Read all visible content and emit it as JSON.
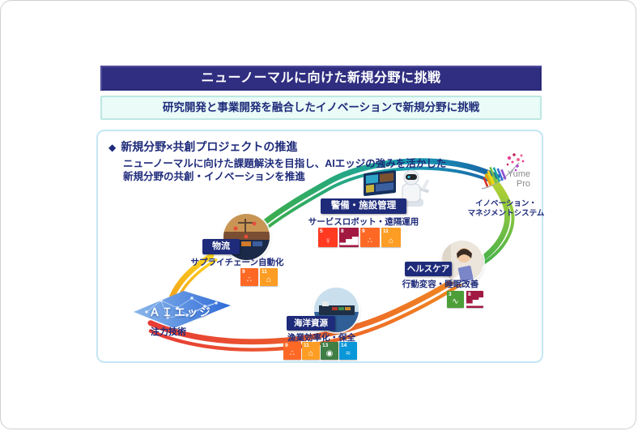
{
  "banners": {
    "title": "ニューノーマルに向けた新規分野に挑戦",
    "subtitle": "研究開発と事業開発を融合したイノベーションで新規分野に挑戦"
  },
  "section": {
    "bullet": "◆",
    "heading": "新規分野×共創プロジェクトの推進",
    "desc_line1": "ニューノーマルに向けた課題解決を目指し、AIエッジの強みを活かした",
    "desc_line2": "新規分野の共創・イノベーションを推進"
  },
  "nodes": {
    "security": {
      "label": "警備・施設管理",
      "desc": "サービスロボット・遠隔運用",
      "sdgs": [
        {
          "num": "5",
          "color": "#FF3A21",
          "glyph": "♀"
        },
        {
          "num": "8",
          "color": "#A21942",
          "glyph": "▂▅▇"
        },
        {
          "num": "9",
          "color": "#FD6925",
          "glyph": "∴"
        },
        {
          "num": "11",
          "color": "#FD9D24",
          "glyph": "⌂"
        }
      ]
    },
    "logistics": {
      "label": "物流",
      "desc": "サプライチェーン自動化",
      "sdgs": [
        {
          "num": "9",
          "color": "#FD6925",
          "glyph": "∴"
        },
        {
          "num": "11",
          "color": "#FD9D24",
          "glyph": "⌂"
        }
      ]
    },
    "healthcare": {
      "label": "ヘルスケア",
      "desc": "行動変容・睡眠改善",
      "sdgs": [
        {
          "num": "3",
          "color": "#4C9F38",
          "glyph": "∿"
        },
        {
          "num": "8",
          "color": "#A21942",
          "glyph": "▂▅▇"
        }
      ]
    },
    "marine": {
      "label": "海洋資源",
      "desc": "漁業効率化・保全",
      "sdgs": [
        {
          "num": "9",
          "color": "#FD6925",
          "glyph": "∴"
        },
        {
          "num": "11",
          "color": "#FD9D24",
          "glyph": "⌂"
        },
        {
          "num": "13",
          "color": "#3F7E44",
          "glyph": "◉"
        },
        {
          "num": "14",
          "color": "#0A97D9",
          "glyph": "≈"
        }
      ]
    },
    "ai_edge": {
      "label": "ＡＩエッジ",
      "desc": "注力技術"
    },
    "yume_pro": {
      "name_line1": "Yume",
      "name_line2": "Pro",
      "desc_line1": "イノベーション・",
      "desc_line2": "マネジメントシステム"
    }
  },
  "colors": {
    "title_banner_bg": "#302E80",
    "sub_banner_bg": "#EAFBF8",
    "sub_banner_border": "#BDE7E3",
    "navy_text": "#1E2B7A",
    "card_border": "#C4E6F5",
    "label_box_bg": "#1E2B7A",
    "ribbon_teal": "#179FB4",
    "ribbon_green": "#3FAE49",
    "ribbon_yellow": "#FFD51D",
    "ribbon_red": "#E73C35",
    "ribbon_orange": "#F08A1E",
    "ai_diamond_blue": "#2F6BD8",
    "yume_text_gray": "#8A8A8A"
  }
}
